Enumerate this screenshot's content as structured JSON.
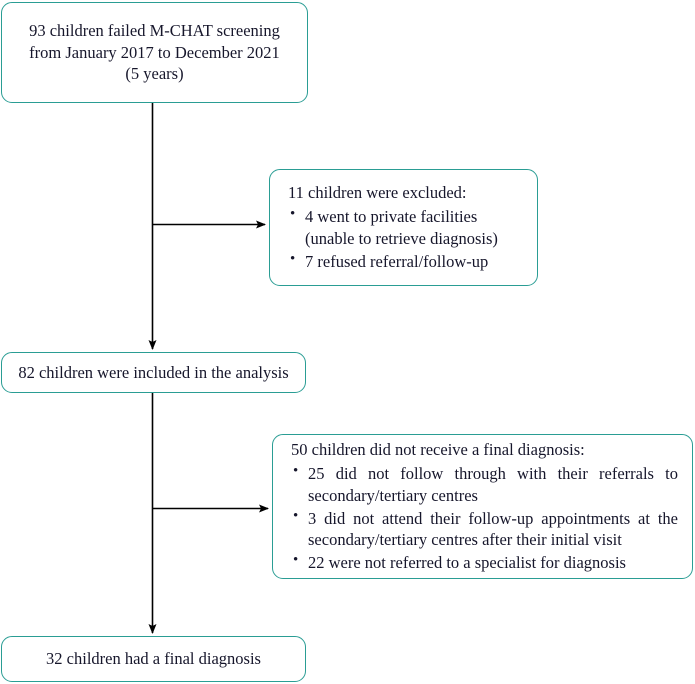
{
  "diagram": {
    "type": "flowchart",
    "title": "M-CHAT screening participant flow",
    "accent_color": "#2a9d94",
    "text_color": "#16162b",
    "background_color": "#ffffff",
    "connector_color": "#000000"
  },
  "nodes": {
    "screening": {
      "id": "screening",
      "lines": [
        "93 children failed M-CHAT screening",
        "from January 2017 to December 2021",
        "(5 years)"
      ],
      "count": 93
    },
    "excluded": {
      "id": "excluded",
      "heading": "11 children were excluded:",
      "count": 11,
      "bullets": [
        "4 went to private facilities (unable to retrieve diagnosis)",
        "7 refused referral/follow-up"
      ]
    },
    "included": {
      "id": "included",
      "text": "82 children were included in the analysis",
      "count": 82
    },
    "no_diagnosis": {
      "id": "no_diagnosis",
      "heading": "50 children did not receive a final diagnosis:",
      "count": 50,
      "bullets": [
        "25 did not follow through with their referrals to secondary/tertiary centres",
        "3 did not attend their follow-up appointments at the secondary/tertiary centres after their initial visit",
        "22 were not referred to a specialist for diagnosis"
      ]
    },
    "diagnosed": {
      "id": "diagnosed",
      "text": "32 children had a final diagnosis",
      "count": 32
    }
  },
  "edges": [
    {
      "from": "screening",
      "to": "included",
      "kind": "vertical-arrow"
    },
    {
      "from": "screening",
      "to": "excluded",
      "kind": "branch-arrow"
    },
    {
      "from": "included",
      "to": "diagnosed",
      "kind": "vertical-arrow"
    },
    {
      "from": "included",
      "to": "no_diagnosis",
      "kind": "branch-arrow"
    }
  ]
}
